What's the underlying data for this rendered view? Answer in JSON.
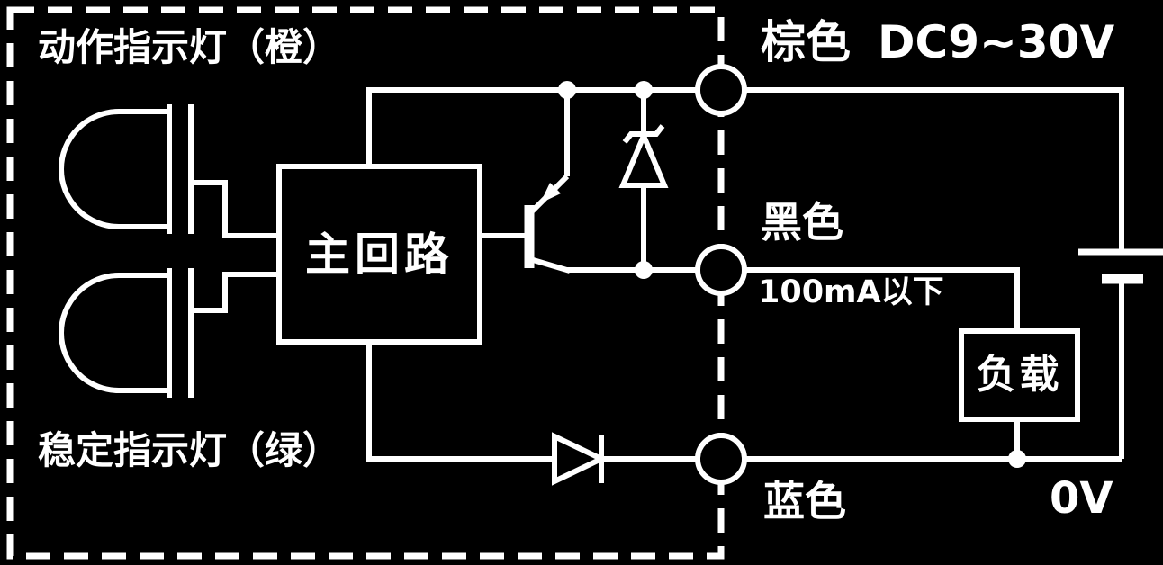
{
  "diagram": {
    "background_color": "#000000",
    "line_color": "#ffffff",
    "labels": {
      "operation_indicator": "动作指示灯（橙）",
      "stability_indicator": "稳定指示灯（绿）",
      "main_circuit": "主回路",
      "brown_wire": "棕色",
      "supply_voltage": "DC9~30V",
      "black_wire": "黑色",
      "output_current": "100mA以下",
      "load": "负载",
      "blue_wire": "蓝色",
      "ground": "0V"
    }
  }
}
